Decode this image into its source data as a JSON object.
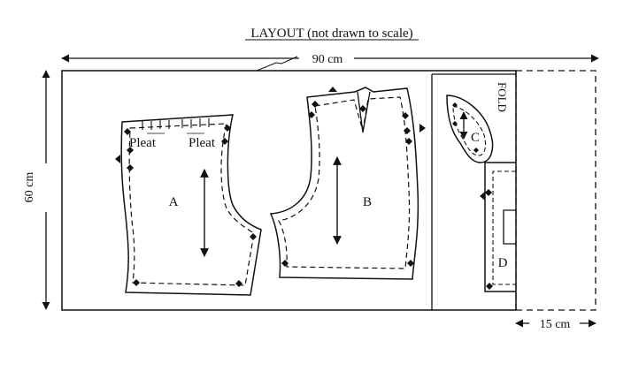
{
  "title": "LAYOUT (not drawn to scale)",
  "dimensions": {
    "width": "90 cm",
    "height": "60 cm",
    "extension": "15 cm"
  },
  "fold_label": "FOLD",
  "pieces": {
    "a": {
      "label": "A",
      "pleat_left": "Pleat",
      "pleat_right": "Pleat"
    },
    "b": {
      "label": "B"
    },
    "c": {
      "label": "C"
    },
    "d": {
      "label": "D"
    }
  }
}
